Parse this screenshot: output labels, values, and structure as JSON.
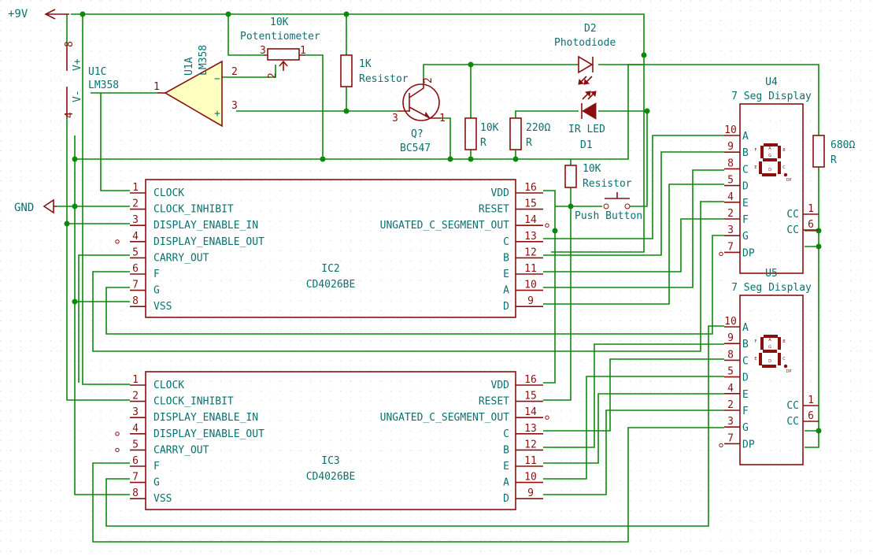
{
  "power": {
    "vcc": "+9V",
    "gnd": "GND"
  },
  "opamp_c": {
    "ref": "U1C",
    "value": "LM358",
    "vplus": "V+",
    "vminus": "V-",
    "pin_vplus": "8",
    "pin_vminus": "4"
  },
  "opamp_a": {
    "ref": "U1A",
    "value": "LM358",
    "pin_out": "1",
    "pin_inv": "2",
    "pin_noninv": "3"
  },
  "potentiometer": {
    "line1": "10K",
    "line2": "Potentiometer",
    "p1": "1",
    "p2": "2",
    "p3": "3"
  },
  "r1k": {
    "line1": "1K",
    "line2": "Resistor"
  },
  "transistor": {
    "ref": "Q?",
    "value": "BC547",
    "p1": "1",
    "p2": "2",
    "p3": "3"
  },
  "r10k": {
    "line1": "10K",
    "line2": "R"
  },
  "r220": {
    "line1": "220Ω",
    "line2": "R"
  },
  "d2": {
    "ref": "D2",
    "value": "Photodiode"
  },
  "d1": {
    "ref": "D1",
    "value": "IR LED"
  },
  "r10k_reset": {
    "line1": "10K",
    "line2": "Resistor"
  },
  "button": {
    "value": "Push Button"
  },
  "r680": {
    "line1": "680Ω",
    "line2": "R"
  },
  "ic2": {
    "ref": "IC2",
    "value": "CD4026BE",
    "left": [
      {
        "num": "1",
        "name": "CLOCK"
      },
      {
        "num": "2",
        "name": "CLOCK_INHIBIT"
      },
      {
        "num": "3",
        "name": "DISPLAY_ENABLE_IN"
      },
      {
        "num": "4",
        "name": "DISPLAY_ENABLE_OUT"
      },
      {
        "num": "5",
        "name": "CARRY_OUT"
      },
      {
        "num": "6",
        "name": "F"
      },
      {
        "num": "7",
        "name": "G"
      },
      {
        "num": "8",
        "name": "VSS"
      }
    ],
    "right": [
      {
        "num": "16",
        "name": "VDD"
      },
      {
        "num": "15",
        "name": "RESET"
      },
      {
        "num": "14",
        "name": "UNGATED_C_SEGMENT_OUT"
      },
      {
        "num": "13",
        "name": "C"
      },
      {
        "num": "12",
        "name": "B"
      },
      {
        "num": "11",
        "name": "E"
      },
      {
        "num": "10",
        "name": "A"
      },
      {
        "num": "9",
        "name": "D"
      }
    ]
  },
  "ic3": {
    "ref": "IC3",
    "value": "CD4026BE",
    "left": [
      {
        "num": "1",
        "name": "CLOCK"
      },
      {
        "num": "2",
        "name": "CLOCK_INHIBIT"
      },
      {
        "num": "3",
        "name": "DISPLAY_ENABLE_IN"
      },
      {
        "num": "4",
        "name": "DISPLAY_ENABLE_OUT"
      },
      {
        "num": "5",
        "name": "CARRY_OUT"
      },
      {
        "num": "6",
        "name": "F"
      },
      {
        "num": "7",
        "name": "G"
      },
      {
        "num": "8",
        "name": "VSS"
      }
    ],
    "right": [
      {
        "num": "16",
        "name": "VDD"
      },
      {
        "num": "15",
        "name": "RESET"
      },
      {
        "num": "14",
        "name": "UNGATED_C_SEGMENT_OUT"
      },
      {
        "num": "13",
        "name": "C"
      },
      {
        "num": "12",
        "name": "B"
      },
      {
        "num": "11",
        "name": "E"
      },
      {
        "num": "10",
        "name": "A"
      },
      {
        "num": "9",
        "name": "D"
      }
    ]
  },
  "u4": {
    "ref": "U4",
    "value": "7 Seg Display",
    "left": [
      {
        "num": "10",
        "name": "A"
      },
      {
        "num": "9",
        "name": "B"
      },
      {
        "num": "8",
        "name": "C"
      },
      {
        "num": "5",
        "name": "D"
      },
      {
        "num": "4",
        "name": "E"
      },
      {
        "num": "2",
        "name": "F"
      },
      {
        "num": "3",
        "name": "G"
      },
      {
        "num": "7",
        "name": "DP"
      }
    ],
    "right": [
      {
        "num": "1",
        "name": "CC"
      },
      {
        "num": "6",
        "name": "CC"
      }
    ],
    "glyph": {
      "a": "A",
      "b": "B",
      "c": "C",
      "d": "D",
      "e": "E",
      "f": "F",
      "g": "G",
      "dp": "DP"
    }
  },
  "u5": {
    "ref": "U5",
    "value": "7 Seg Display",
    "left": [
      {
        "num": "10",
        "name": "A"
      },
      {
        "num": "9",
        "name": "B"
      },
      {
        "num": "8",
        "name": "C"
      },
      {
        "num": "5",
        "name": "D"
      },
      {
        "num": "4",
        "name": "E"
      },
      {
        "num": "2",
        "name": "F"
      },
      {
        "num": "3",
        "name": "G"
      },
      {
        "num": "7",
        "name": "DP"
      }
    ],
    "right": [
      {
        "num": "1",
        "name": "CC"
      },
      {
        "num": "6",
        "name": "CC"
      }
    ],
    "glyph": {
      "a": "A",
      "b": "B",
      "c": "C",
      "d": "D",
      "e": "E",
      "f": "F",
      "g": "G",
      "dp": "DP"
    }
  }
}
